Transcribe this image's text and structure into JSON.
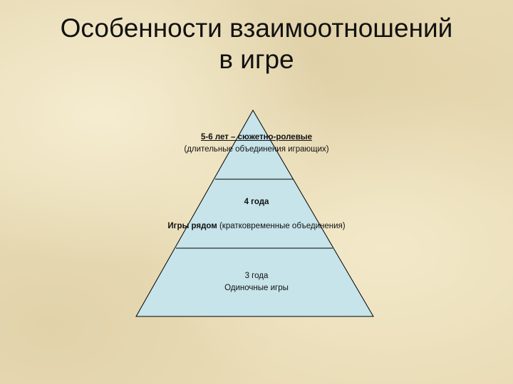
{
  "title": {
    "line1": "Особенности взаимоотношений",
    "line2": "в игре"
  },
  "pyramid": {
    "fill_color": "#c6e4ea",
    "stroke_color": "#000000",
    "levels": [
      {
        "age": "5-6 лет – сюжетно-ролевые",
        "description": "(длительные объединения играющих)"
      },
      {
        "age": "4 года",
        "name": "Игры рядом",
        "description": "(кратковременные объединения)"
      },
      {
        "age": "3 года",
        "name": "Одиночные игры"
      }
    ]
  }
}
